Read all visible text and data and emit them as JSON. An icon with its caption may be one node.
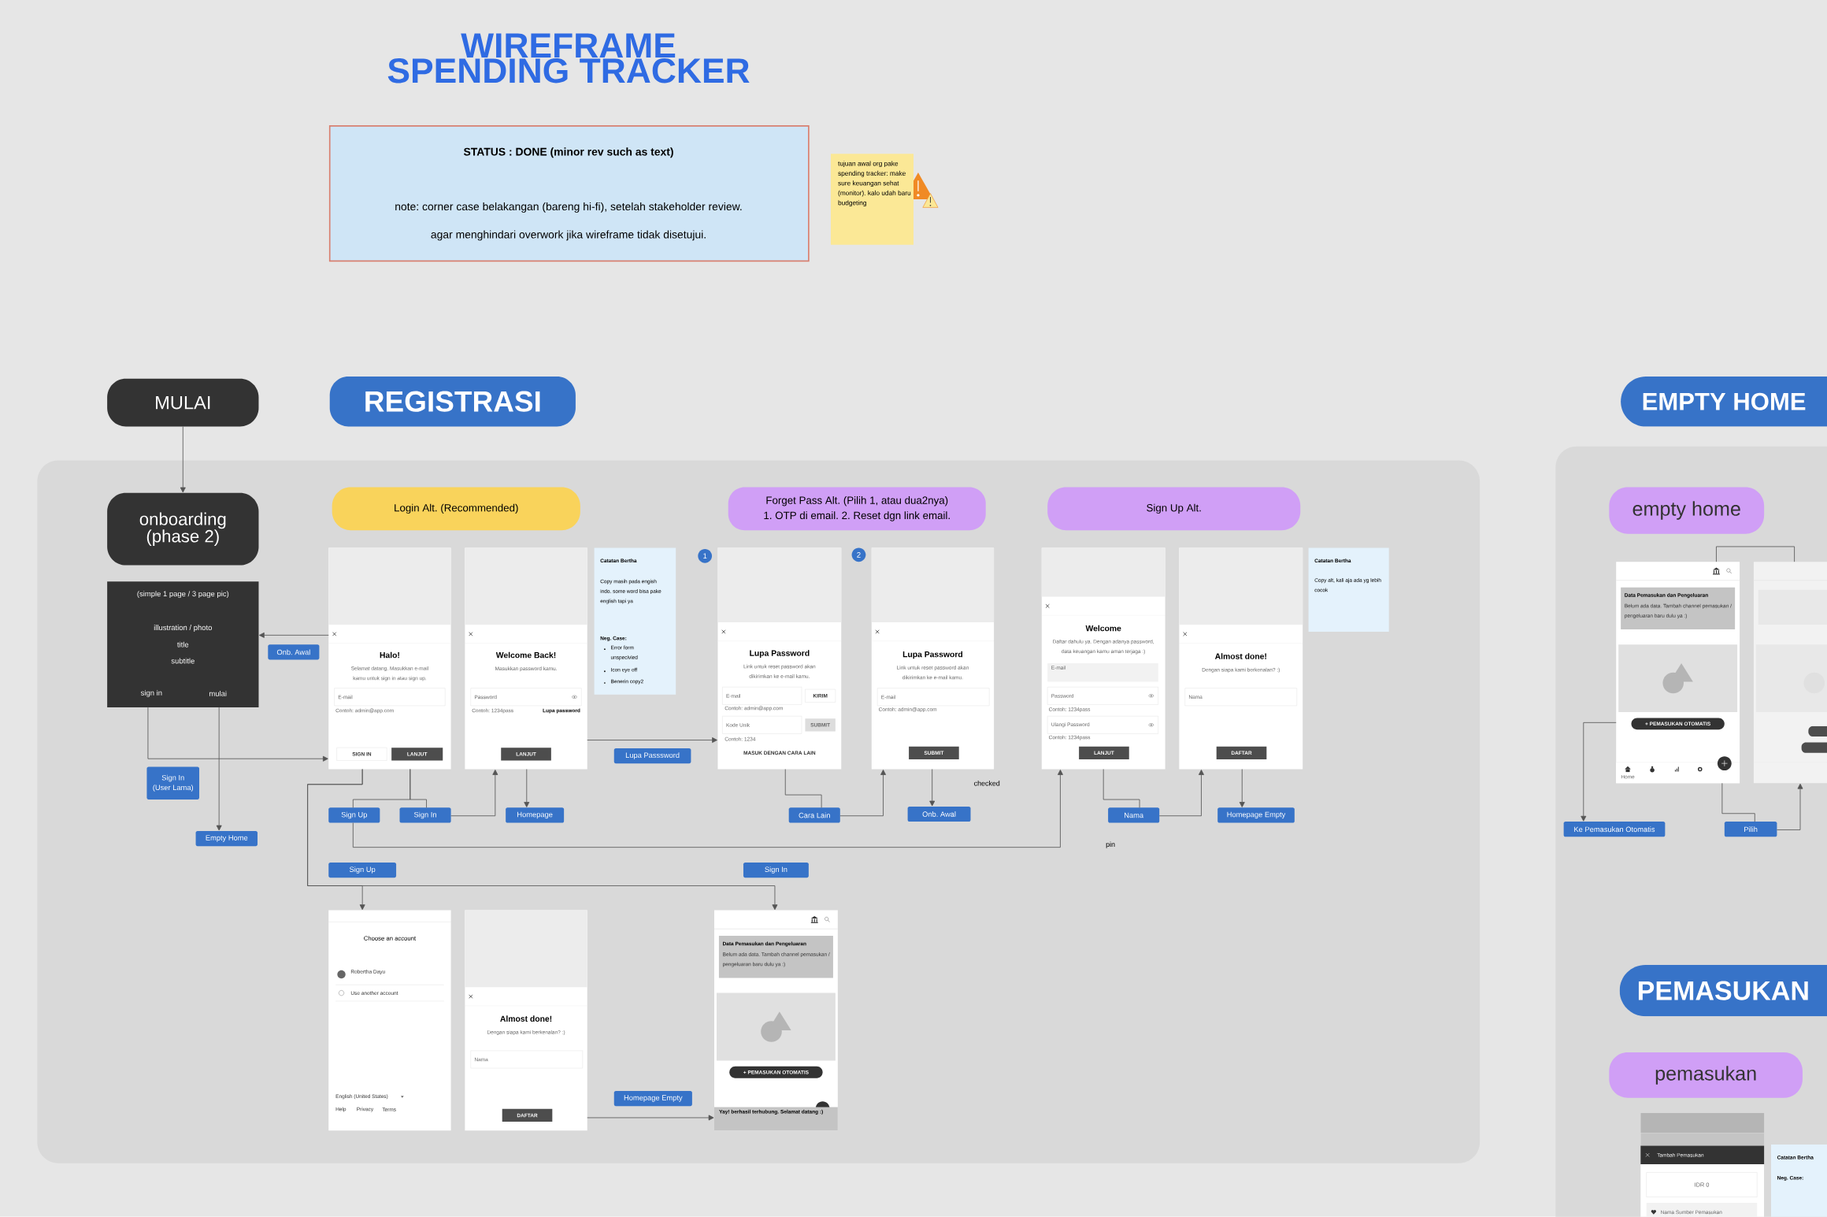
{
  "diagram": {
    "title": "WIREFRAME SPENDING TRACKER",
    "nodes": [
      {
        "text": [
          "STATUS : DONE (minor rev such as text)",
          "note: corner case belakangan (bareng hi-fi), setelah stakeholder review.",
          "agar menghindari overwork jika wireframe tidak disetujui."
        ]
      },
      {
        "text": [
          "tujuan awal org pake spending tracker: make sure keuangan sehat (monitor). kalo udah baru budgeting"
        ]
      },
      {
        "text": [
          "MULAI"
        ]
      },
      {
        "text": [
          "REGISTRASI"
        ]
      },
      {
        "text": [
          "EMPTY HOME"
        ]
      },
      {
        "text": [
          "onboarding (phase 2)"
        ]
      },
      {
        "text": [
          "(simple 1 page / 3 page pic)",
          "illustration / photo",
          "title",
          "subtitle",
          "sign in",
          "mulai"
        ]
      },
      {
        "text": [
          "Login Alt. (Recommended)"
        ]
      },
      {
        "text": [
          "Forget Pass Alt. (Pilih 1, atau dua2nya)",
          "1. OTP di email.   2. Reset dgn link email."
        ]
      },
      {
        "text": [
          "Sign Up Alt."
        ]
      },
      {
        "text": [
          "empty home"
        ]
      },
      {
        "text": [
          "Halo!",
          "Selamat datang. Masukkan e-mail kamu untuk sign in atau sign up.",
          "E-mail",
          "Contoh: admin@app.com",
          "SIGN IN",
          "LANJUT"
        ]
      },
      {
        "text": [
          "Welcome Back!",
          "Masukkan password kamu.",
          "Password",
          "Contoh: 1234pass",
          "Lupa password",
          "LANJUT"
        ]
      },
      {
        "text": [
          "Catatan Bertha",
          "Copy masih pada engish indo. some word bisa pake english tapi ya",
          "Neg. Case:",
          "Error form unspecivied",
          "Icon eye off",
          "Benerin copy2"
        ]
      },
      {
        "text": [
          "Lupa Password",
          "Link untuk reset password akan dikirimkan ke e-mail kamu.",
          "E-mail",
          "KIRIM",
          "Contoh: admin@app.com",
          "Kode Unik",
          "SUBMIT",
          "Contoh: 1234",
          "MASUK DENGAN CARA LAIN"
        ]
      },
      {
        "text": [
          "Lupa Password",
          "Link untuk reset password akan dikirimkan ke e-mail kamu.",
          "E-mail",
          "Contoh: admin@app.com",
          "SUBMIT"
        ]
      },
      {
        "text": [
          "Welcome",
          "Daftar dahulu ya. Dengan adanya password, data keuangan kamu aman terjaga :)",
          "E-mail",
          "Password",
          "Contoh: 1234pass",
          "Ulangi Password",
          "Contoh: 1234pass",
          "LANJUT"
        ]
      },
      {
        "text": [
          "Almost done!",
          "Dengan siapa kami berkenalan? :)",
          "Nama",
          "DAFTAR"
        ]
      },
      {
        "text": [
          "Catatan Bertha",
          "Copy alt, kali aja ada yg lebih cocok"
        ]
      },
      {
        "text": [
          "1"
        ]
      },
      {
        "text": [
          "2"
        ]
      },
      {
        "text": [
          "Onb. Awal"
        ]
      },
      {
        "text": [
          "Sign In (User Lama)"
        ]
      },
      {
        "text": [
          "Empty Home"
        ]
      },
      {
        "text": [
          "Lupa Passsword"
        ]
      },
      {
        "text": [
          "Sign Up"
        ]
      },
      {
        "text": [
          "Sign In"
        ]
      },
      {
        "text": [
          "Homepage"
        ]
      },
      {
        "text": [
          "Cara Lain"
        ]
      },
      {
        "text": [
          "Onb. Awal"
        ]
      },
      {
        "text": [
          "Nama"
        ]
      },
      {
        "text": [
          "Homepage Empty"
        ]
      },
      {
        "text": [
          "Sign Up"
        ]
      },
      {
        "text": [
          "Sign In"
        ]
      },
      {
        "text": [
          "Choose an account",
          "Robertha Dayu",
          "Use another account",
          "English (United States)",
          "Help",
          "Privacy",
          "Terms"
        ]
      },
      {
        "text": [
          "Almost done!",
          "Dengan siapa kami berkenalan? :)",
          "Nama",
          "DAFTAR"
        ]
      },
      {
        "text": [
          "Homepage Empty"
        ]
      },
      {
        "text": [
          "Data Pemasukan dan Pengeluaran",
          "Belum ada data. Tambah channel pemasukan / pengeluaran baru dulu ya :)",
          "+ PEMASUKAN OTOMATIS",
          "Yay! berhasil terhubung. Selamat datang :)"
        ]
      },
      {
        "text": [
          "Data Pemasukan dan Pengeluaran",
          "Belum ada data. Tambah channel pemasukan / pengeluaran baru dulu ya :)",
          "+ PEMASUKAN OTOMATIS",
          "Home"
        ]
      },
      {
        "text": [],
        "shape": "box"
      },
      {
        "text": [
          "Ke Pemasukan Otomatis"
        ]
      },
      {
        "text": [
          "Pilih"
        ]
      },
      {
        "text": [
          "PEMASUKAN"
        ]
      },
      {
        "text": [
          "pemasukan"
        ]
      },
      {
        "text": [
          "Tambah Pemasukan",
          "IDR 0",
          "Nama Sumber Pemasukan"
        ]
      },
      {
        "text": [
          "Catatan Bertha",
          "Neg. Case:"
        ]
      }
    ],
    "edges": [
      {
        "from": 2,
        "to": 5,
        "arrow": "to"
      },
      {
        "from": 11,
        "to": 6,
        "arrow": "to"
      },
      {
        "from": 6,
        "to": 11,
        "arrow": "to"
      },
      {
        "from": 6,
        "to": 23,
        "arrow": "to"
      },
      {
        "from": 11,
        "to": 25,
        "arrow": "none"
      },
      {
        "from": 11,
        "to": 26,
        "arrow": "none"
      },
      {
        "from": 26,
        "to": 12,
        "arrow": "to"
      },
      {
        "from": 12,
        "to": 27,
        "arrow": "to"
      },
      {
        "from": 12,
        "to": 14,
        "arrow": "to"
      },
      {
        "from": 14,
        "to": 28,
        "arrow": "none"
      },
      {
        "from": 28,
        "to": 15,
        "arrow": "to"
      },
      {
        "from": 15,
        "to": 29,
        "arrow": "to"
      },
      {
        "from": 16,
        "to": 30,
        "arrow": "none"
      },
      {
        "from": 30,
        "to": 17,
        "arrow": "to"
      },
      {
        "from": 17,
        "to": 31,
        "arrow": "to"
      },
      {
        "from": 25,
        "to": 16,
        "arrow": "to"
      },
      {
        "from": 11,
        "to": 34,
        "arrow": "to"
      },
      {
        "from": 11,
        "to": 37,
        "arrow": "to"
      },
      {
        "from": 35,
        "to": 37,
        "arrow": "to"
      },
      {
        "from": 38,
        "to": 39,
        "arrow": "none"
      },
      {
        "from": 38,
        "to": 40,
        "arrow": "to"
      },
      {
        "from": 38,
        "to": 41,
        "arrow": "none"
      },
      {
        "from": 41,
        "to": 39,
        "arrow": "to"
      }
    ],
    "labels": [
      "checked",
      "pin"
    ]
  }
}
